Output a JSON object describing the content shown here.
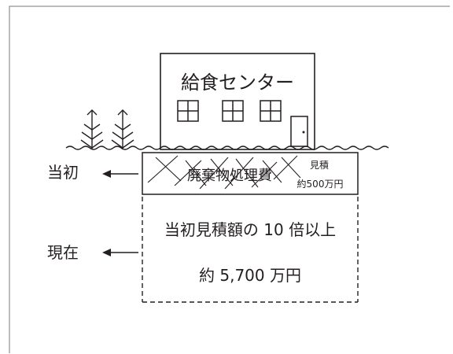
{
  "building": {
    "name": "給食センター"
  },
  "labels": {
    "initial": "当初",
    "current": "現在"
  },
  "initial_box": {
    "item": "廃棄物処理費",
    "estimate_line1": "見積",
    "estimate_line2": "約500万円"
  },
  "current_box": {
    "line1": "当初見積額の 10 倍以上",
    "line2": "約 5,700 万円"
  }
}
